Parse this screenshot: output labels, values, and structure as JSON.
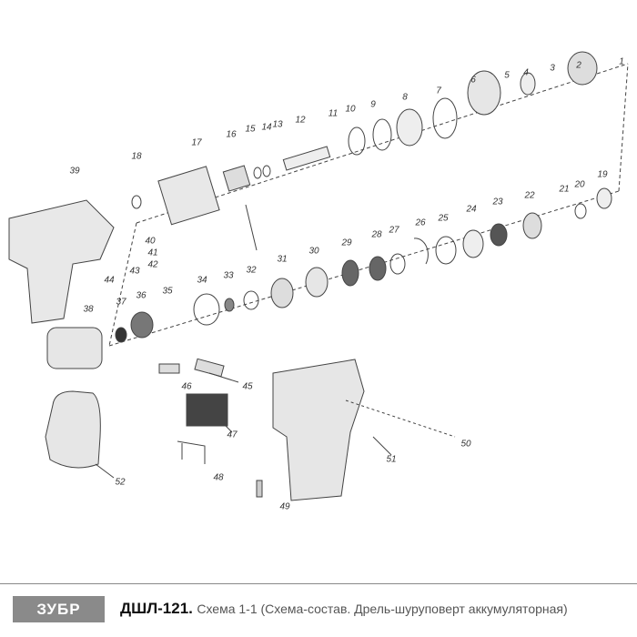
{
  "diagram": {
    "part_numbers": [
      "1",
      "2",
      "3",
      "4",
      "5",
      "6",
      "7",
      "8",
      "9",
      "10",
      "11",
      "12",
      "13",
      "14",
      "15",
      "16",
      "17",
      "18",
      "19",
      "20",
      "21",
      "22",
      "23",
      "24",
      "25",
      "26",
      "27",
      "28",
      "29",
      "30",
      "31",
      "32",
      "33",
      "34",
      "35",
      "36",
      "37",
      "38",
      "39",
      "40",
      "41",
      "42",
      "43",
      "44",
      "45",
      "46",
      "47",
      "48",
      "49",
      "50",
      "51",
      "52"
    ]
  },
  "footer": {
    "brand_logo": "ЗУБР",
    "model": "ДШЛ-121.",
    "description": "Схема 1-1 (Схема-состав. Дрель-шуруповерт аккумуляторная)"
  },
  "colors": {
    "line": "#444444",
    "fill": "#e6e6e6",
    "dark": "#555555",
    "logo_bg": "#8a8a8a"
  }
}
